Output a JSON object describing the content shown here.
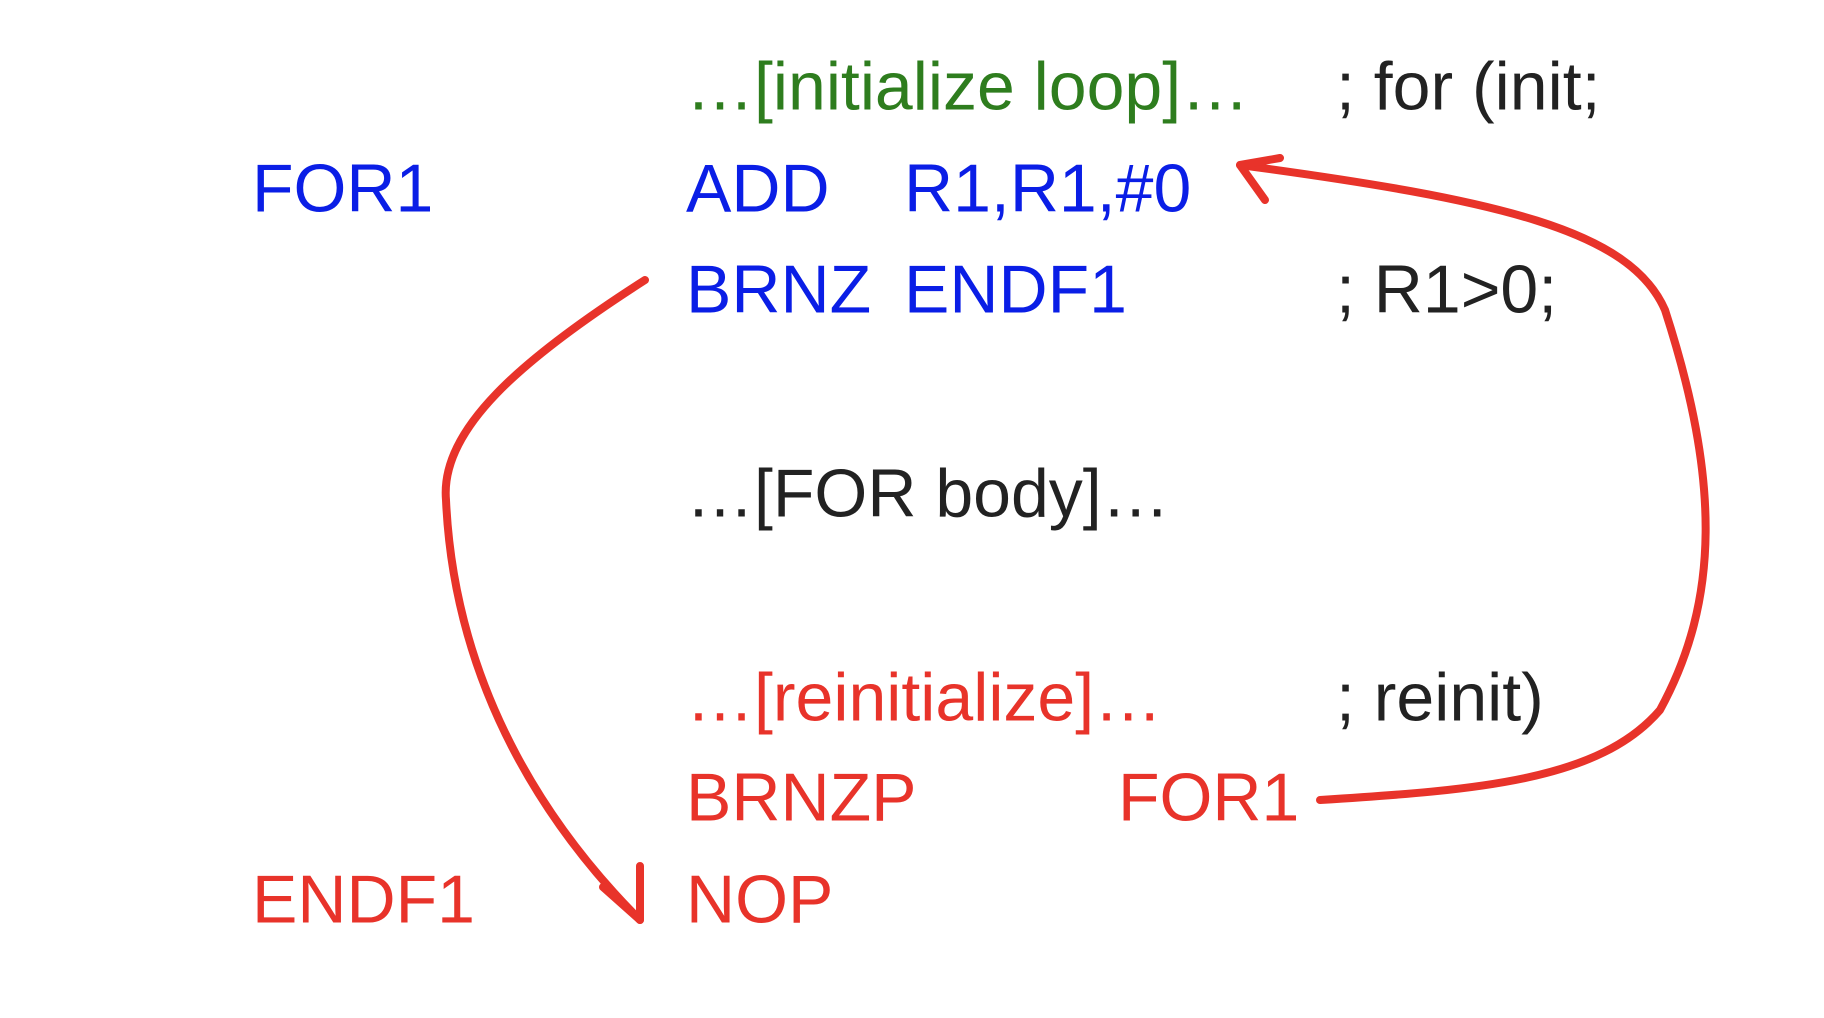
{
  "lines": {
    "init_stmt": "…[initialize loop]…",
    "init_comment": "; for (init;",
    "for1_label": "FOR1",
    "add_op": "ADD",
    "add_args": "R1,R1,#0",
    "brnz_op": "BRNZ",
    "brnz_target": "ENDF1",
    "test_comment": "; R1>0;",
    "body": "…[FOR body]…",
    "reinit_stmt": "…[reinitialize]…",
    "reinit_comment": "; reinit)",
    "brnzp_op": "BRNZP",
    "brnzp_target": "FOR1",
    "endf1_label": "ENDF1",
    "nop_op": "NOP"
  },
  "colors": {
    "blue": "#0a1ee6",
    "green": "#2e7d1e",
    "dark": "#222222",
    "red": "#e8332a"
  }
}
